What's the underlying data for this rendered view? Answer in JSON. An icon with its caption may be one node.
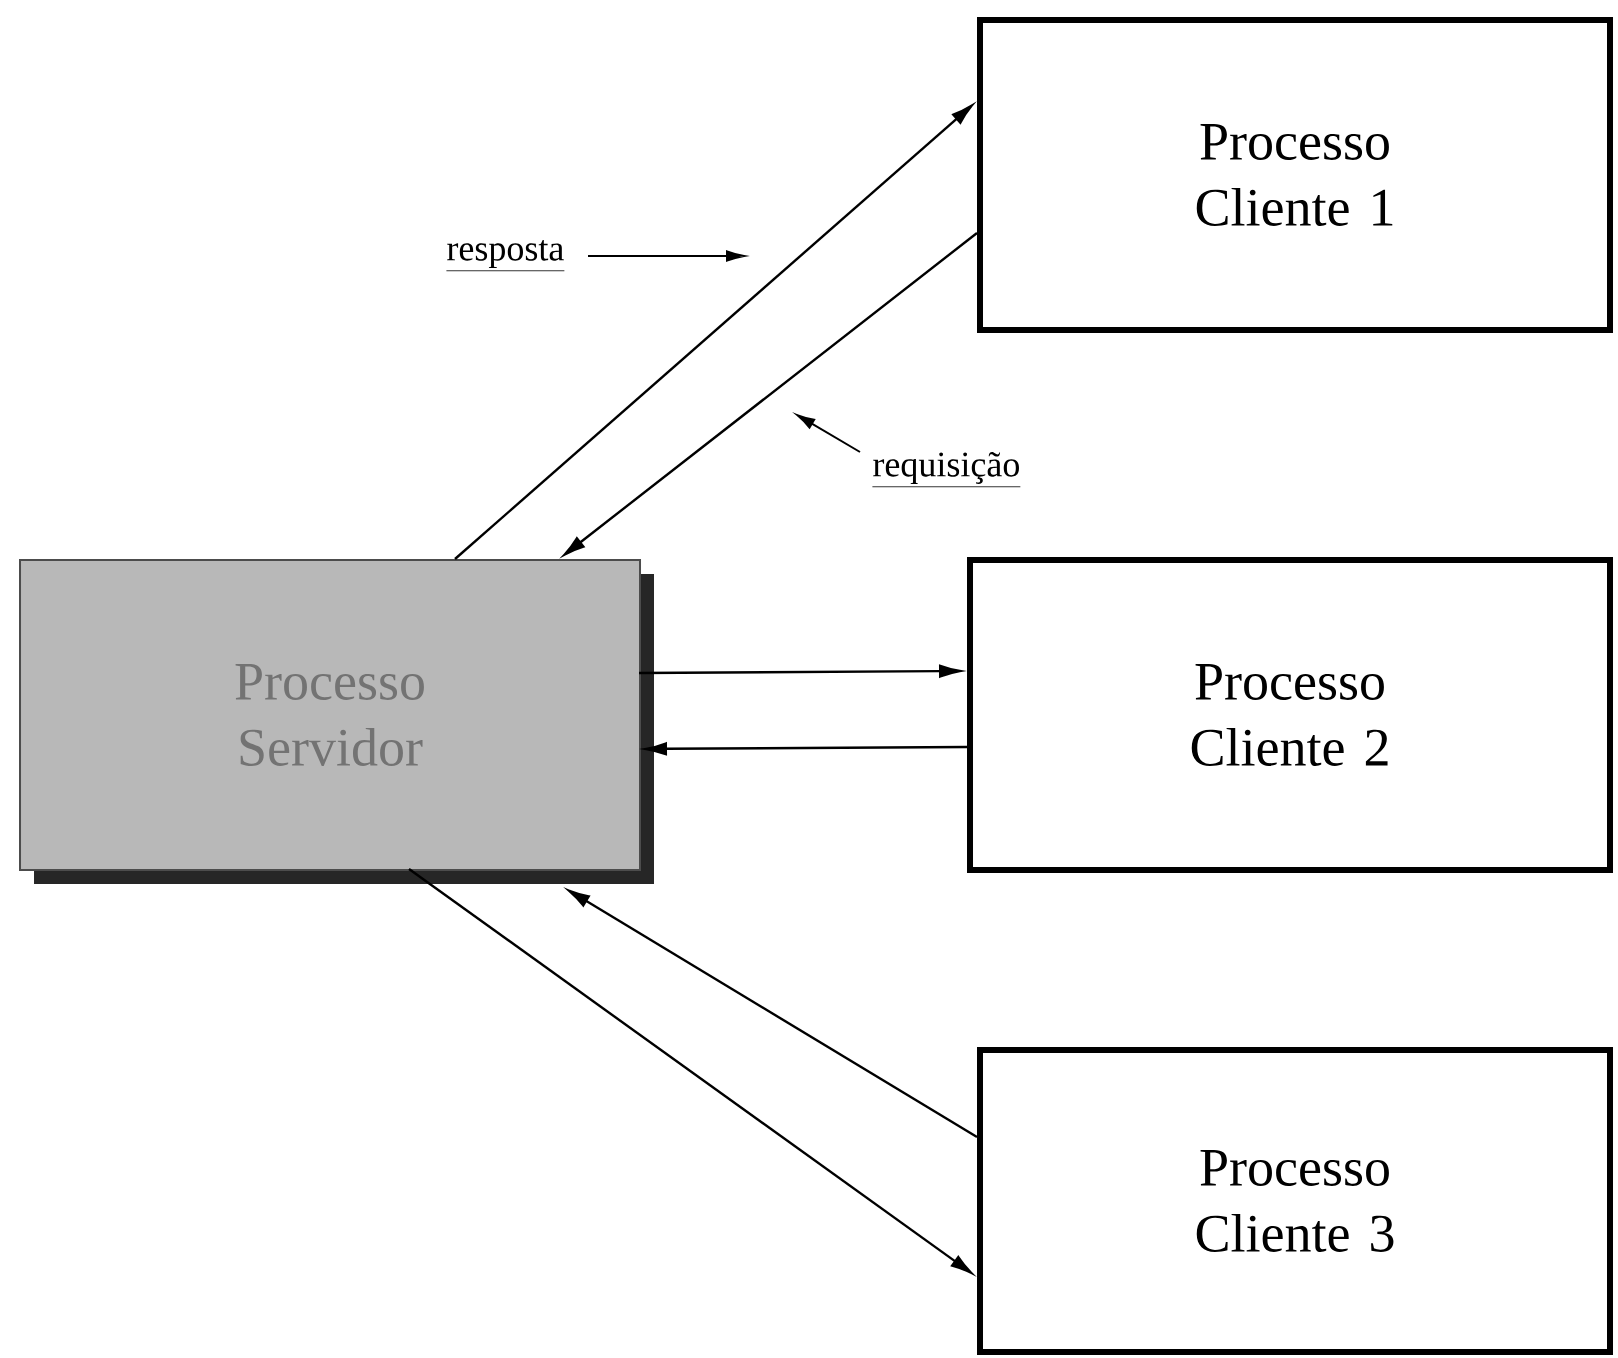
{
  "diagram": {
    "nodes": [
      {
        "text": [
          "Processo Servidor"
        ]
      },
      {
        "text": [
          "Processo Cliente 1"
        ]
      },
      {
        "text": [
          "Processo Cliente 2"
        ]
      },
      {
        "text": [
          "Processo Cliente 3"
        ]
      }
    ],
    "edges": [
      {
        "from": 0,
        "to": 1,
        "arrow": "to"
      },
      {
        "from": 1,
        "to": 0,
        "arrow": "to"
      },
      {
        "from": 0,
        "to": 2,
        "arrow": "to"
      },
      {
        "from": 2,
        "to": 0,
        "arrow": "to"
      },
      {
        "from": 3,
        "to": 0,
        "arrow": "to"
      },
      {
        "from": 0,
        "to": 3,
        "arrow": "to"
      }
    ],
    "labels": [
      "resposta",
      "requisição"
    ]
  }
}
